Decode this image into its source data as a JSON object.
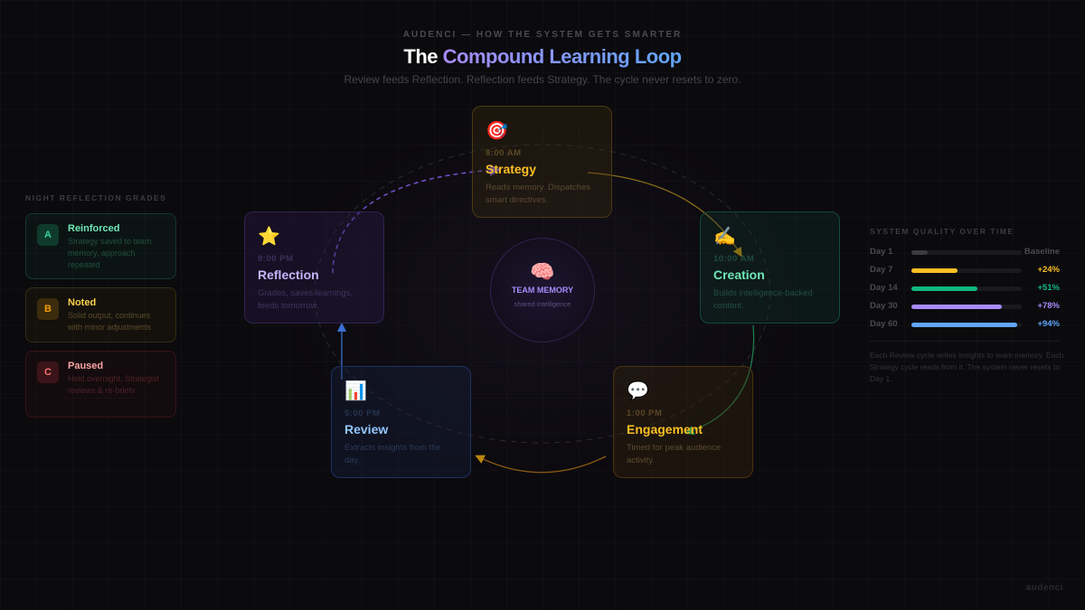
{
  "header": {
    "kicker": "AUDENCI — HOW THE SYSTEM GETS SMARTER",
    "title_a": "The",
    "title_b": "Compound Learning Loop",
    "subtitle": "Review feeds Reflection. Reflection feeds Strategy. The cycle never resets to zero."
  },
  "stages": [
    {
      "icon": "🎯",
      "time": "8:00 AM",
      "name": "Strategy",
      "desc": "Reads memory. Dispatches smart directives."
    },
    {
      "icon": "✍️",
      "time": "10:00 AM",
      "name": "Creation",
      "desc": "Builds intelligence-backed content."
    },
    {
      "icon": "💬",
      "time": "1:00 PM",
      "name": "Engagement",
      "desc": "Timed for peak audience activity."
    },
    {
      "icon": "📊",
      "time": "5:00 PM",
      "name": "Review",
      "desc": "Extracts insights from the day."
    },
    {
      "icon": "⭐",
      "time": "9:00 PM",
      "name": "Reflection",
      "desc": "Grades, saves learnings, feeds tomorrow."
    }
  ],
  "memory": {
    "icon": "🧠",
    "label": "TEAM MEMORY",
    "sub": "shared intelligence"
  },
  "grades": {
    "title": "NIGHT REFLECTION GRADES",
    "items": [
      {
        "letter": "A",
        "name": "Reinforced",
        "desc": "Strategy saved to team memory, approach repeated",
        "color": "#34d399"
      },
      {
        "letter": "B",
        "name": "Noted",
        "desc": "Solid output, continues with minor adjustments",
        "color": "#fbbf24"
      },
      {
        "letter": "C",
        "name": "Paused",
        "desc": "Held overnight, Strategist reviews & re-briefs",
        "color": "#f87171"
      }
    ]
  },
  "quality": {
    "title": "SYSTEM QUALITY OVER TIME",
    "rows": [
      {
        "day": "Day 1",
        "value": "Baseline",
        "fill": 0.15,
        "color": "#3a3a40"
      },
      {
        "day": "Day 7",
        "value": "+24%",
        "fill": 0.42,
        "color": "#fbbf24"
      },
      {
        "day": "Day 14",
        "value": "+51%",
        "fill": 0.6,
        "color": "#10b981"
      },
      {
        "day": "Day 30",
        "value": "+78%",
        "fill": 0.82,
        "color": "#a78bfa"
      },
      {
        "day": "Day 60",
        "value": "+94%",
        "fill": 0.96,
        "color": "#60a5fa"
      }
    ],
    "note": "Each Review cycle writes insights to team memory. Each Strategy cycle reads from it. The system never resets to Day 1."
  },
  "footer": "audenci"
}
